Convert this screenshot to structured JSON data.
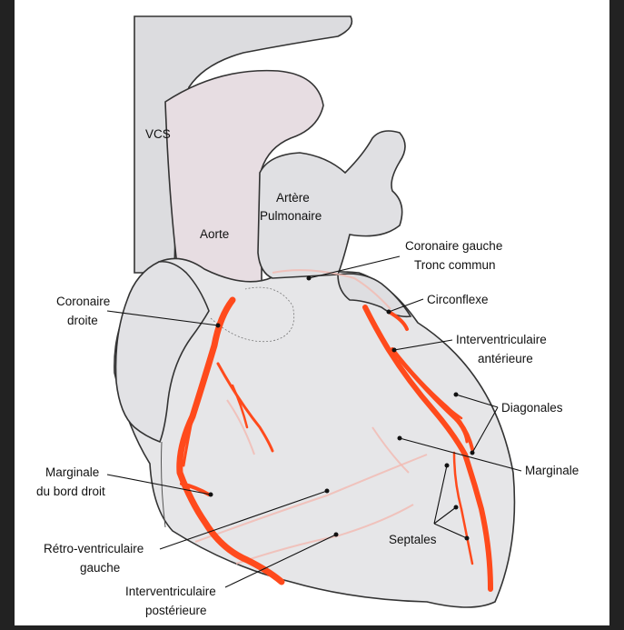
{
  "labels": {
    "vcs": "VCS",
    "aorte": "Aorte",
    "artere_line1": "Artère",
    "artere_line2": "Pulmonaire",
    "coronaire_gauche_line1": "Coronaire gauche",
    "coronaire_gauche_line2": "Tronc commun",
    "circonflexe": "Circonflexe",
    "coronaire_droite_line1": "Coronaire",
    "coronaire_droite_line2": "droite",
    "iva_line1": "Interventriculaire",
    "iva_line2": "antérieure",
    "diagonales": "Diagonales",
    "marginale": "Marginale",
    "marginale_bd_line1": "Marginale",
    "marginale_bd_line2": "du bord droit",
    "septales": "Septales",
    "retro_line1": "Rétro-ventriculaire",
    "retro_line2": "gauche",
    "ivp_line1": "Interventriculaire",
    "ivp_line2": "postérieure"
  },
  "colors": {
    "artery": "#ff4a1c",
    "heart_fill": "#e6e6e8",
    "aorta_fill": "#e7dde2",
    "background": "#ffffff",
    "outer_background": "#222222"
  }
}
